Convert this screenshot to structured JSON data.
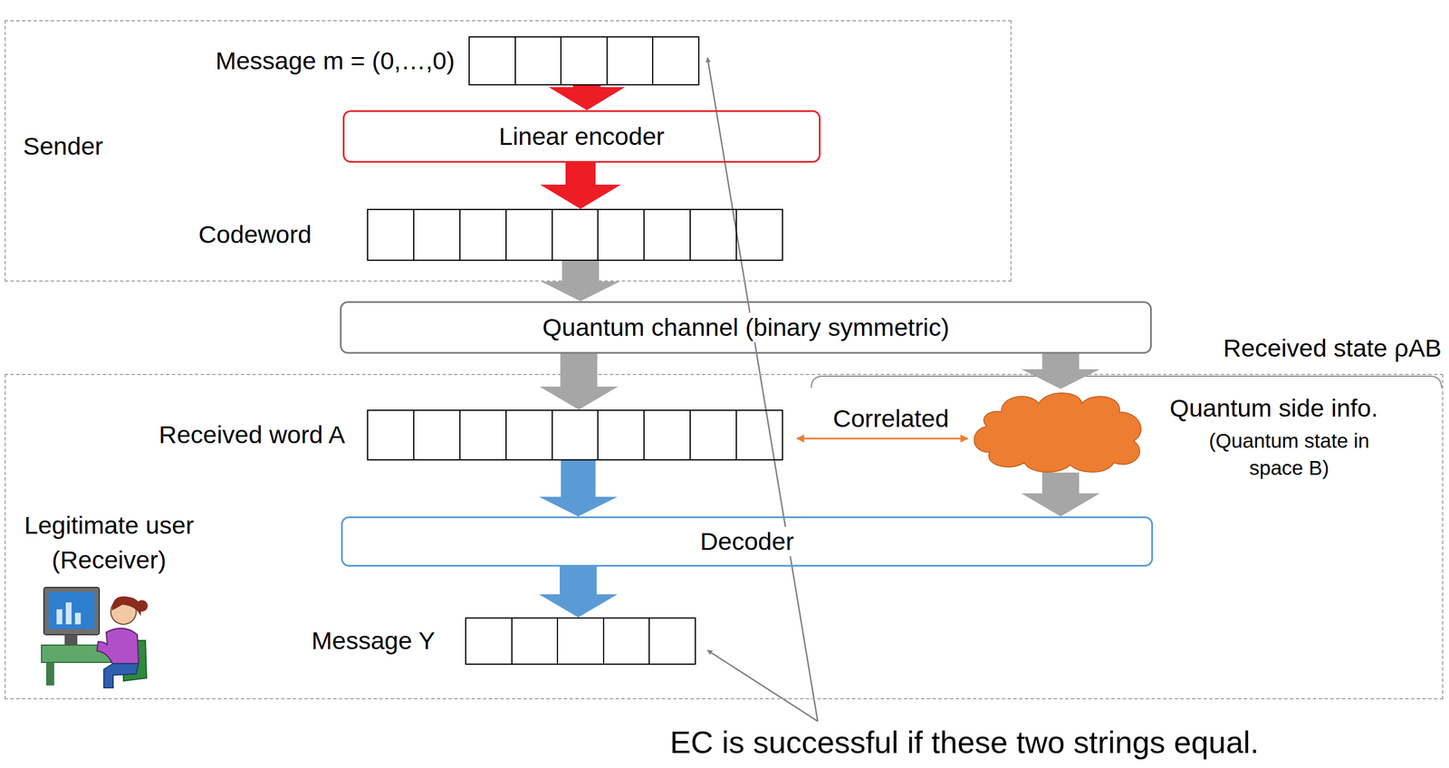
{
  "diagram": {
    "nodes": [
      {
        "text": [
          "Sender"
        ]
      },
      {
        "text": [
          "Message m = (0,…,0)"
        ],
        "in": 0
      },
      {
        "text": [
          "Linear encoder"
        ],
        "in": 0
      },
      {
        "text": [
          "Codeword"
        ],
        "in": 0
      },
      {
        "text": [
          "Quantum channel (binary symmetric)"
        ]
      },
      {
        "text": [
          "Legitimate user (Receiver)"
        ]
      },
      {
        "text": [
          "Received word A"
        ],
        "in": 5
      },
      {
        "text": [
          "Quantum side info.",
          "(Quantum state in space B)"
        ],
        "in": 5
      },
      {
        "text": [
          "Decoder"
        ],
        "in": 5
      },
      {
        "text": [
          "Message Y"
        ],
        "in": 5
      }
    ],
    "edges": [
      {
        "from": 1,
        "to": 2,
        "arrow": "to"
      },
      {
        "from": 2,
        "to": 3,
        "arrow": "to"
      },
      {
        "from": 3,
        "to": 4,
        "arrow": "to"
      },
      {
        "from": 4,
        "to": 6,
        "arrow": "to"
      },
      {
        "from": 4,
        "to": 7,
        "arrow": "to"
      },
      {
        "from": 6,
        "to": 8,
        "arrow": "to"
      },
      {
        "from": 7,
        "to": 8,
        "arrow": "to"
      },
      {
        "from": 8,
        "to": 9,
        "arrow": "to"
      },
      {
        "from": 6,
        "to": 7,
        "label": "Correlated",
        "arrow": "both"
      }
    ],
    "labels": [
      "Received state ρAB",
      "EC is successful if these two strings equal."
    ]
  }
}
